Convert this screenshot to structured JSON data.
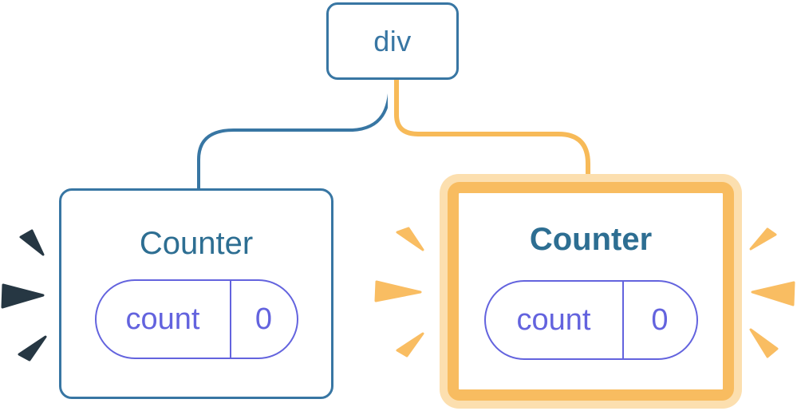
{
  "diagram": {
    "root": {
      "label": "div"
    },
    "children": [
      {
        "title": "Counter",
        "state": {
          "key": "count",
          "value": "0"
        },
        "highlighted": false
      },
      {
        "title": "Counter",
        "state": {
          "key": "count",
          "value": "0"
        },
        "highlighted": true
      }
    ]
  },
  "decorations": {
    "left_sparkle_icon": "burst-sparkle-icon",
    "middle_sparkle_icon": "burst-sparkle-icon",
    "right_sparkle_icon": "burst-sparkle-icon",
    "sparkle_count_per_side": 3
  },
  "colors": {
    "node_blue": "#3876A3",
    "title_blue": "#2D6E92",
    "state_indigo": "#6363DE",
    "highlight_orange": "#F8BC60",
    "highlight_pale_orange": "#FCDFAF",
    "connector_orange": "#F7BA58",
    "dark_sparkle": "#263743",
    "background": "#FFFFFF"
  }
}
